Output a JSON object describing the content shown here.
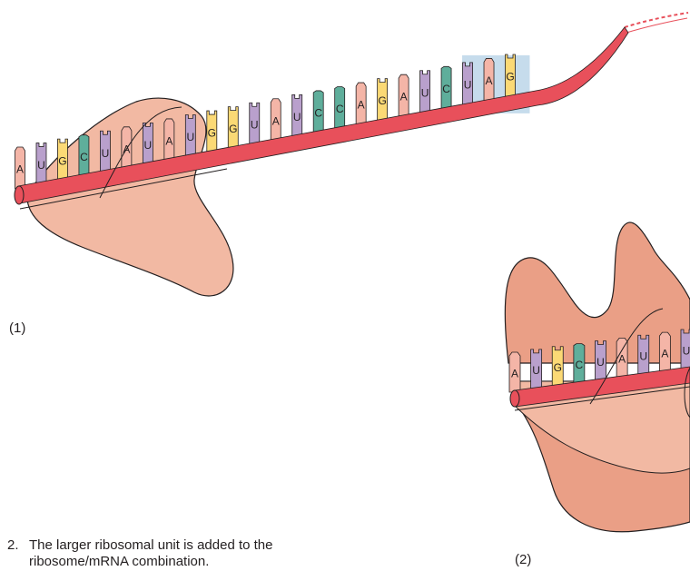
{
  "labels": {
    "panel1": "(1)",
    "panel2": "(2)"
  },
  "caption": {
    "number": "2.",
    "line1": "The larger ribosomal unit is added to the",
    "line2": "ribosome/mRNA combination."
  },
  "colors": {
    "A": "#f4b5a7",
    "U": "#b9a0cc",
    "G": "#fbd975",
    "C": "#5fae9b",
    "mrna": "#e8505b",
    "ribosome": "#f2b9a3",
    "ribosome_dark": "#ea9f86",
    "codon_highlight": "#c6dcec"
  },
  "panel1": {
    "bases": [
      "A",
      "U",
      "G",
      "C",
      "U",
      "A",
      "U",
      "A",
      "U",
      "G",
      "G",
      "U",
      "A",
      "U",
      "C",
      "C",
      "A",
      "G",
      "A",
      "U",
      "C",
      "U",
      "A",
      "G"
    ]
  },
  "panel2": {
    "bases": [
      "A",
      "U",
      "G",
      "C",
      "U",
      "A",
      "U",
      "A",
      "U"
    ]
  }
}
